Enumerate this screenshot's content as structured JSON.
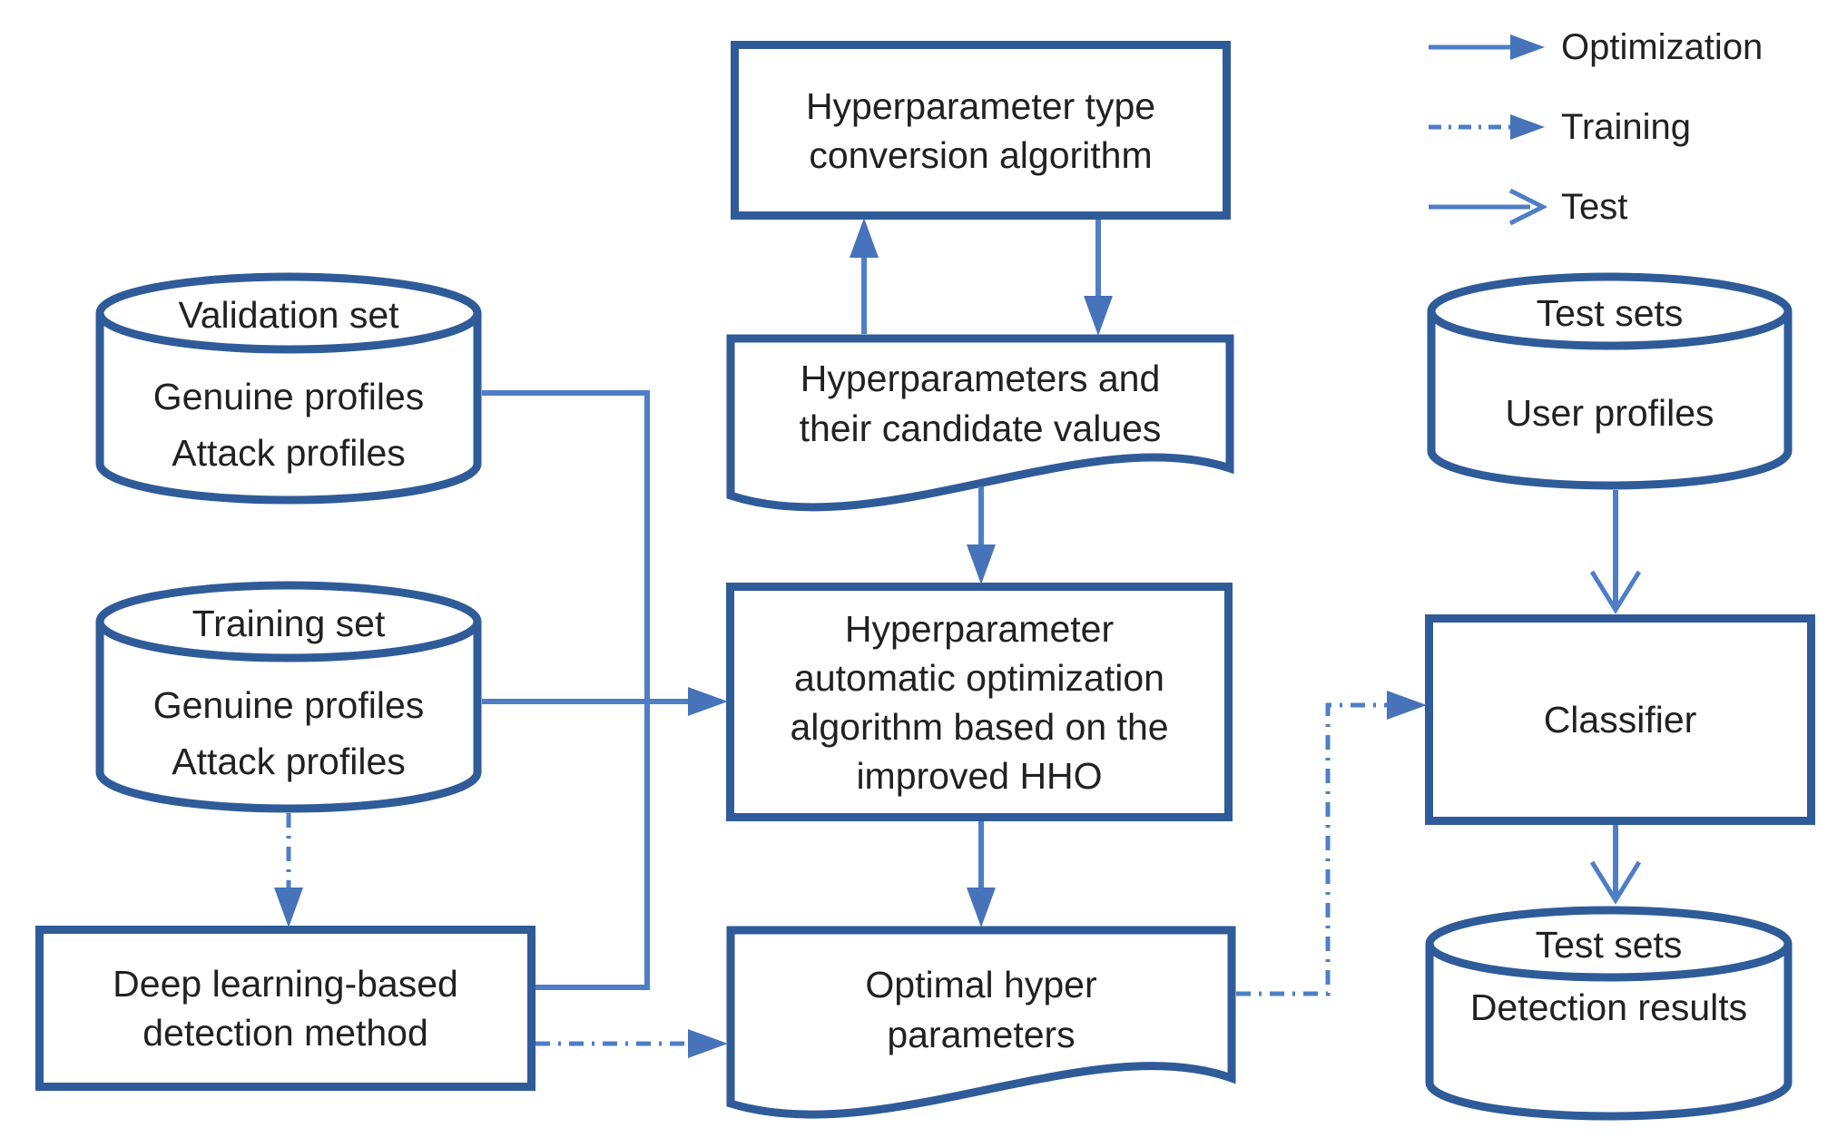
{
  "colors": {
    "shape_border": "#2f5b99",
    "connector_line": "#4e7ec6",
    "arrow_head": "#4673b9",
    "text_color": "#212121"
  },
  "legend": {
    "items": [
      {
        "label": "Optimization",
        "style": "solid-line-filled-arrow"
      },
      {
        "label": "Training",
        "style": "dash-dot-line-filled-arrow"
      },
      {
        "label": "Test",
        "style": "solid-line-open-arrow"
      }
    ]
  },
  "nodes": {
    "type_conversion": {
      "shape": "rectangle",
      "lines": [
        "Hyperparameter type",
        "conversion algorithm"
      ]
    },
    "candidates": {
      "shape": "document",
      "lines": [
        "Hyperparameters and",
        "their candidate values"
      ]
    },
    "hho": {
      "shape": "rectangle",
      "lines": [
        "Hyperparameter",
        "automatic optimization",
        "algorithm based on the",
        "improved HHO"
      ]
    },
    "optimal": {
      "shape": "document",
      "lines": [
        "Optimal hyper",
        "parameters"
      ]
    },
    "validation": {
      "shape": "cylinder",
      "title": "Validation set",
      "lines": [
        "Genuine profiles",
        "Attack profiles"
      ]
    },
    "training": {
      "shape": "cylinder",
      "title": "Training set",
      "lines": [
        "Genuine profiles",
        "Attack profiles"
      ]
    },
    "deep_learning": {
      "shape": "rectangle",
      "lines": [
        "Deep learning-based",
        "detection method"
      ]
    },
    "test_sets": {
      "shape": "cylinder",
      "title": "Test sets",
      "lines": [
        "User profiles"
      ]
    },
    "classifier": {
      "shape": "rectangle",
      "label": "Classifier"
    },
    "results": {
      "shape": "cylinder",
      "title": "Test sets",
      "lines": [
        "Detection results"
      ]
    }
  },
  "connectors": [
    {
      "from": "candidates-doc",
      "to": "type-conversion-box",
      "type": "optimization"
    },
    {
      "from": "type-conversion-box",
      "to": "candidates-doc",
      "type": "optimization"
    },
    {
      "from": "candidates-doc",
      "to": "hho-box",
      "type": "optimization"
    },
    {
      "from": "hho-box",
      "to": "optimal-doc",
      "type": "optimization"
    },
    {
      "from": "validation-set-cylinder",
      "to": "hho-box",
      "type": "optimization"
    },
    {
      "from": "training-set-cylinder",
      "to": "hho-box",
      "type": "optimization"
    },
    {
      "from": "deep-learning-box",
      "to": "hho-box",
      "type": "optimization"
    },
    {
      "from": "training-set-cylinder",
      "to": "deep-learning-box",
      "type": "training"
    },
    {
      "from": "deep-learning-box",
      "to": "optimal-doc",
      "type": "training"
    },
    {
      "from": "optimal-doc",
      "to": "classifier-box",
      "type": "training"
    },
    {
      "from": "test-sets-cylinder",
      "to": "classifier-box",
      "type": "test"
    },
    {
      "from": "classifier-box",
      "to": "detection-results-cylinder",
      "type": "test"
    }
  ]
}
